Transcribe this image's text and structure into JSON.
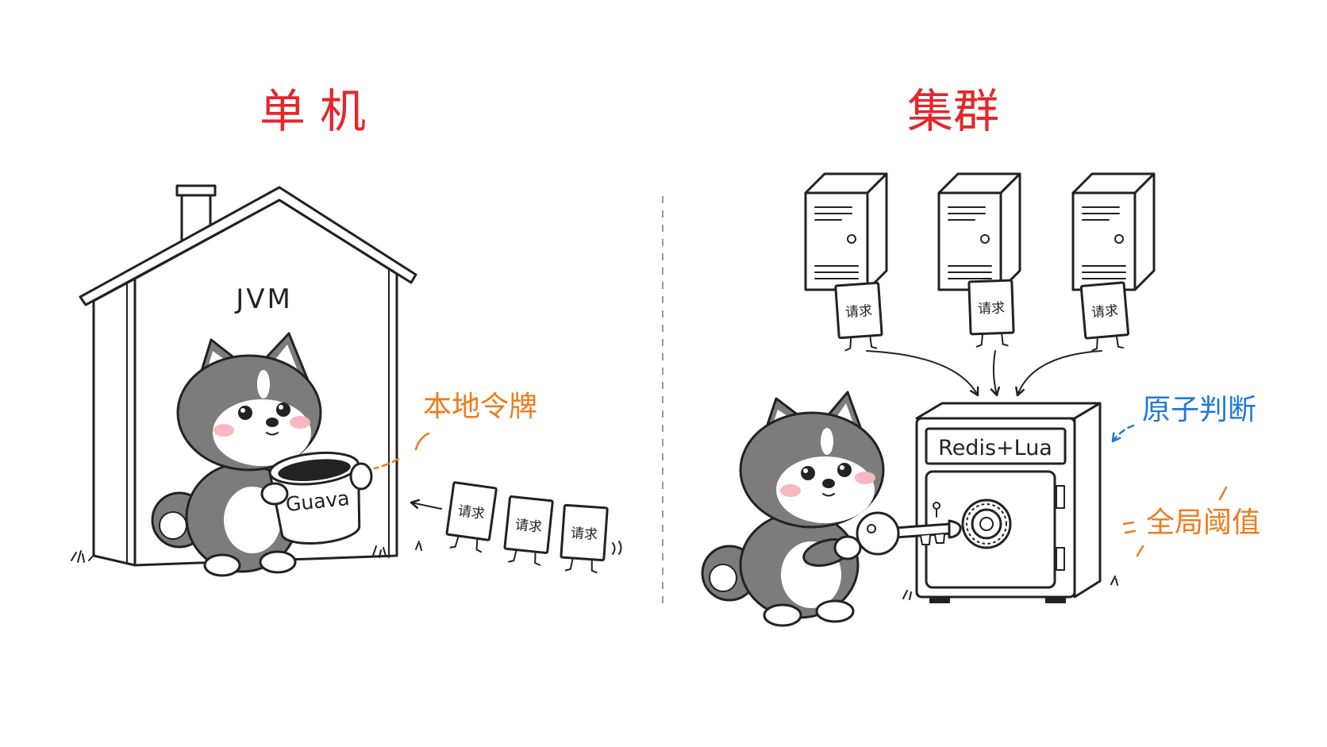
{
  "single": {
    "title": "单机",
    "container_label": "JVM",
    "bucket_label": "Guava",
    "annotation": "本地令牌",
    "requests": [
      "请求",
      "请求",
      "请求"
    ]
  },
  "cluster": {
    "title": "集群",
    "requests": [
      "请求",
      "请求",
      "请求"
    ],
    "safe_label": "Redis+Lua",
    "annotation_atomic": "原子判断",
    "annotation_threshold": "全局阈值"
  },
  "colors": {
    "title_red": "#e5262b",
    "annotation_orange": "#f07b1c",
    "annotation_blue": "#1f7ad6",
    "ink": "#222222",
    "fur_gray": "#7c7c7c",
    "cheek_pink": "#f7b8c1"
  }
}
